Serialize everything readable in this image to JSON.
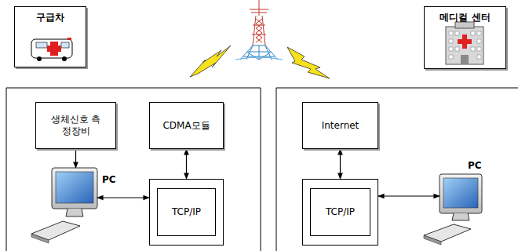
{
  "diagram": {
    "nodes": [
      {
        "text": [
          "구급차"
        ]
      },
      {
        "text": [
          "메디컬 센터"
        ]
      },
      {
        "text": [
          "생체신호 측정장비"
        ]
      },
      {
        "text": [
          "CDMA모듈"
        ]
      },
      {
        "text": [
          "Internet"
        ]
      },
      {
        "text": [
          "PC"
        ]
      },
      {
        "text": [
          "TCP/IP"
        ]
      },
      {
        "text": [
          "TCP/IP"
        ]
      },
      {
        "text": [
          "PC"
        ]
      }
    ],
    "edges": [
      {
        "from": 2,
        "to": 5,
        "arrow": "to"
      },
      {
        "from": 5,
        "to": 6,
        "arrow": "both"
      },
      {
        "from": 3,
        "to": 6,
        "arrow": "both"
      },
      {
        "from": 4,
        "to": 7,
        "arrow": "both"
      },
      {
        "from": 7,
        "to": 8,
        "arrow": "both"
      }
    ]
  }
}
